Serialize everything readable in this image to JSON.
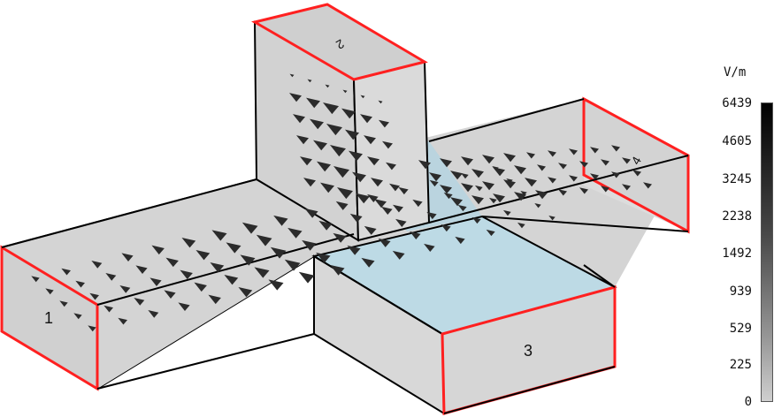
{
  "legend": {
    "unit": "V/m",
    "ticks": [
      "6439",
      "4605",
      "3245",
      "2238",
      "1492",
      "939",
      "529",
      "225",
      "0"
    ]
  },
  "ports": {
    "port_1": "1",
    "port_2": "2",
    "port_3": "3",
    "port_4": "4"
  },
  "colors": {
    "port_outline": "#ff2020",
    "edge": "#000000",
    "face": "#d6d6d6",
    "junction": "#a9d4e6",
    "arrow": "#2b2b2b"
  }
}
